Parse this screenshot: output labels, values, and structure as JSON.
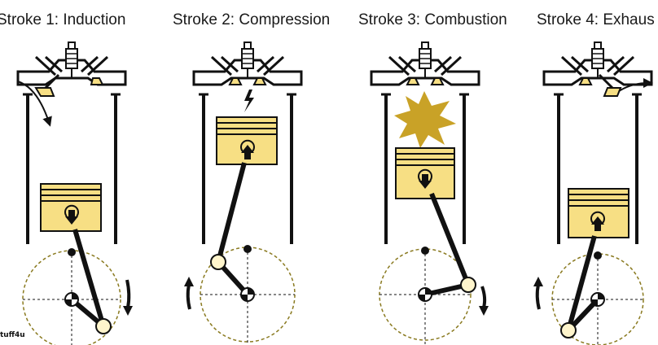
{
  "titles": [
    "Stroke 1: Induction",
    "Stroke 2: Compression",
    "Stroke 3: Combustion",
    "Stroke 4: Exhaus"
  ],
  "credit": "tuff4u",
  "colors": {
    "piston_fill": "#f7df84",
    "explosion": "#c9a227",
    "outline": "#111111",
    "crank_circle": "#8a7a20"
  },
  "icons": [
    "spark-plug-icon",
    "intake-valve-icon",
    "exhaust-valve-icon",
    "spark-icon",
    "explosion-icon",
    "rotation-arrow-icon"
  ]
}
